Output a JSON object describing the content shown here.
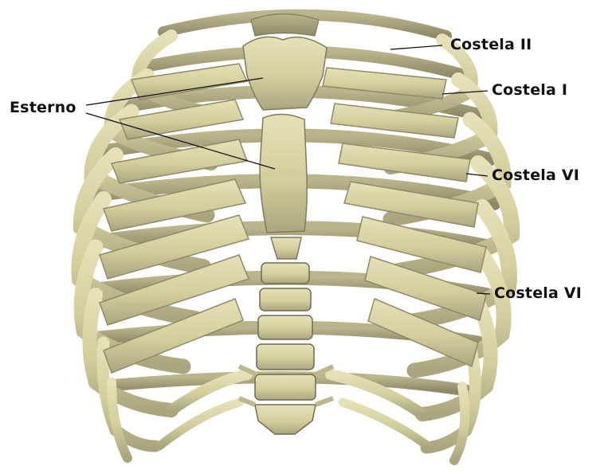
{
  "diagram": {
    "subject": "rib cage",
    "labels": {
      "sterno": "Esterno",
      "costela_2": "Costela II",
      "costela_1": "Costela I",
      "costela_6_upper": "Costela VI",
      "costela_6_lower": "Costela VI"
    },
    "colors": {
      "bone": "#d8d3a4",
      "bone_shadow": "#9c9a78",
      "bone_dark": "#6f7050",
      "line": "#111111",
      "background": "#ffffff"
    }
  }
}
